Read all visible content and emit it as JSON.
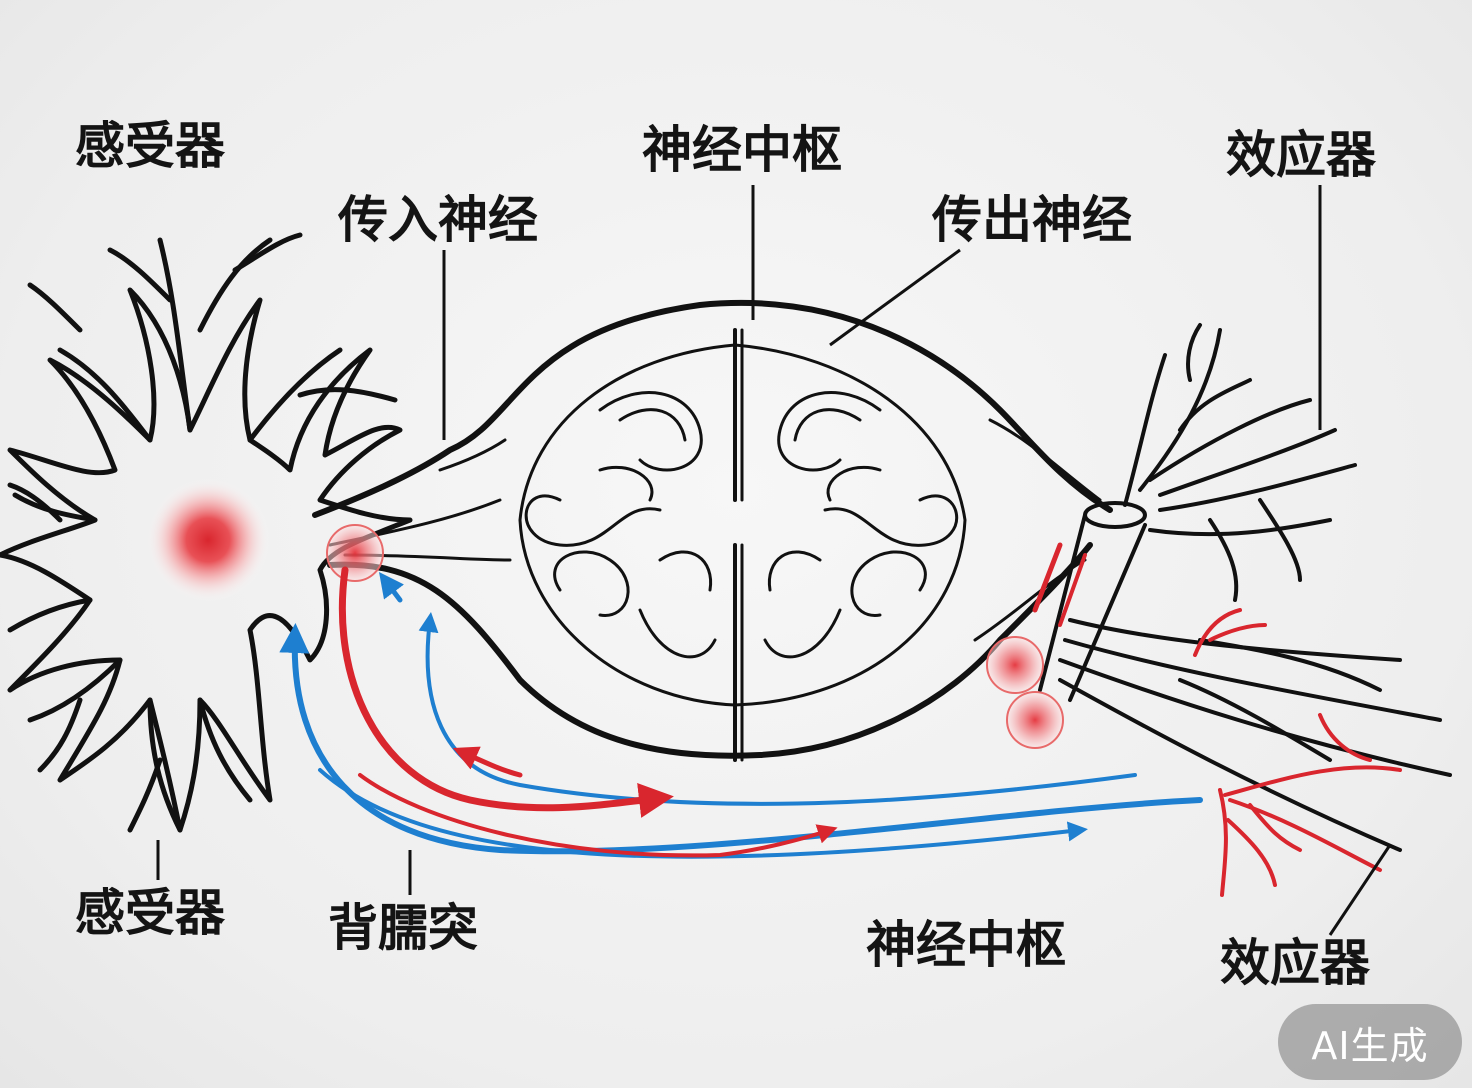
{
  "labels": {
    "receptor_top": "感受器",
    "afferent": "传入神经",
    "center_top": "神经中枢",
    "efferent": "传出神经",
    "effector_top": "效应器",
    "receptor_bottom": "感受器",
    "dorsal": "背臑突",
    "center_bottom": "神经中枢",
    "effector_bottom": "效应器"
  },
  "badge": "AI生成",
  "colors": {
    "outline": "#111111",
    "red": "#d9262e",
    "blue": "#1e7fd0",
    "pink": "#e86a6a"
  }
}
